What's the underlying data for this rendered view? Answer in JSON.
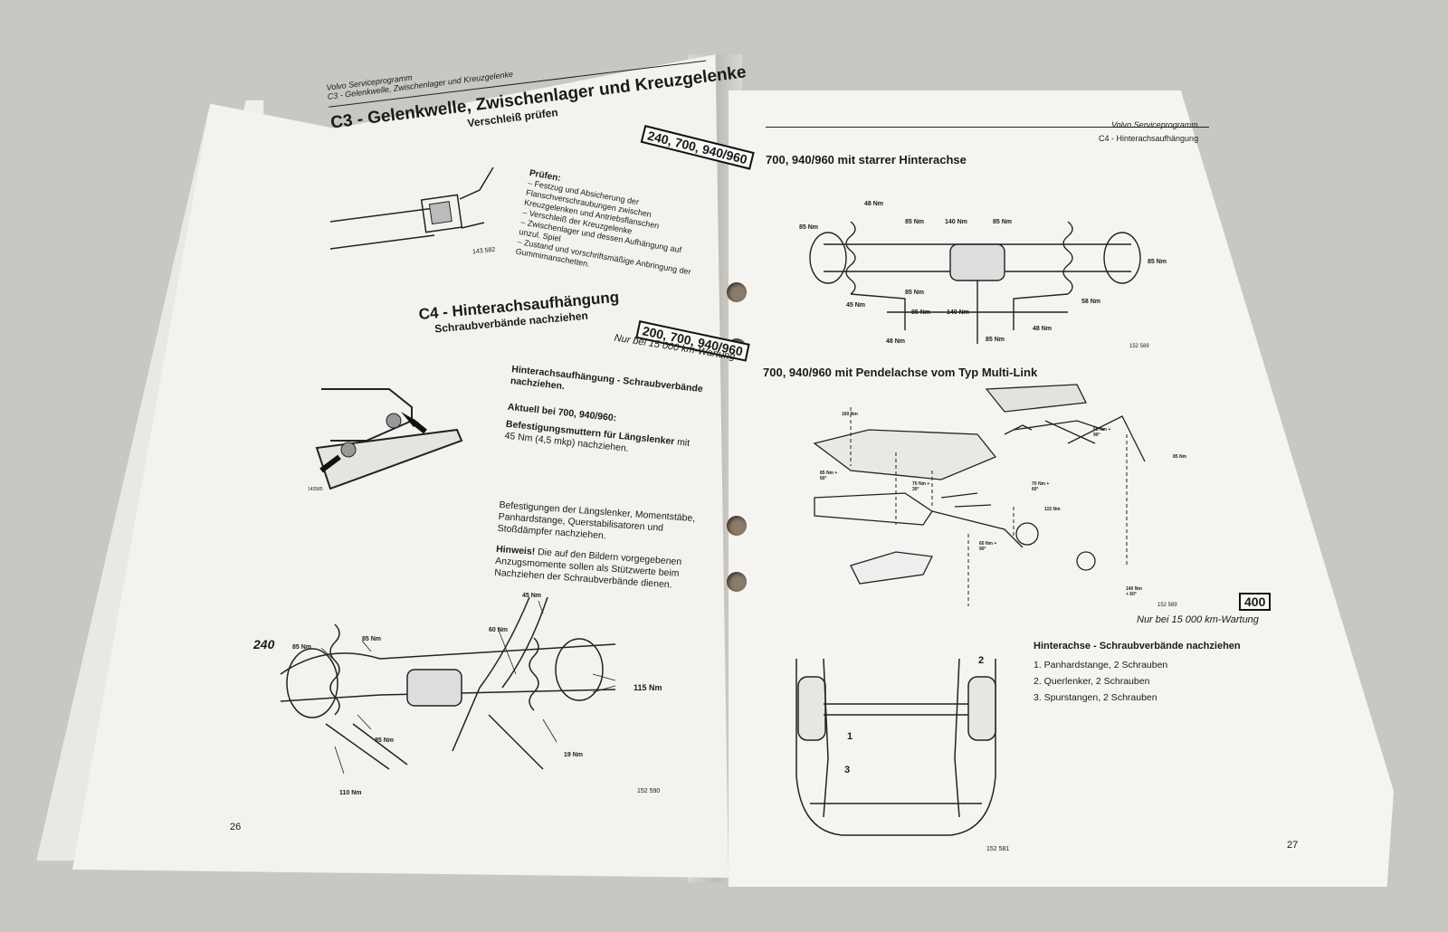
{
  "left_page": {
    "running_header": "Volvo Serviceprogramm",
    "running_subheader": "C3 - Gelenkwelle, Zwischenlager und Kreuzgelenke",
    "c3": {
      "title": "C3 - Gelenkwelle, Zwischenlager und Kreuzgelenke",
      "subtitle": "Verschleiß prüfen",
      "models_box": "240, 700, 940/960",
      "check_heading": "Prüfen:",
      "check_items": [
        "Festzug und Absicherung der Flanschverschraubungen zwischen Kreuzgelenken und Antriebsflanschen",
        "Verschleiß der Kreuzgelenke",
        "Zwischenlager und dessen Aufhängung auf unzul. Spiel",
        "Zustand und vorschriftsmäßige Anbringung der Gummimanschetten."
      ],
      "figure_number": "143 582"
    },
    "c4": {
      "title": "C4 - Hinterachsaufhängung",
      "subtitle": "Schraubverbände nachziehen",
      "models_box": "200, 700, 940/960",
      "interval_note": "Nur bei 15 000 km-Wartung",
      "task_heading": "Hinterachsaufhängung - Schraubverbände nachziehen.",
      "current_heading": "Aktuell bei 700, 940/960:",
      "current_text_bold": "Befestigungsmuttern für Längslenker",
      "current_text_rest": " mit 45 Nm (4,5 mkp) nachziehen.",
      "general_text": "Befestigungen der Längslenker, Momentstäbe, Panhardstange, Querstabilisatoren und Stoßdämpfer nachziehen.",
      "note_label": "Hinweis!",
      "note_text": " Die auf den Bildern vorgegebenen Anzugsmomente sollen als Stützwerte beim Nachziehen der Schraubverbände dienen.",
      "figure_small_id": "143585"
    },
    "diagram_240": {
      "model_label": "240",
      "labels": [
        "45 Nm",
        "85 Nm",
        "85 Nm",
        "60 Nm",
        "115 Nm",
        "85 Nm",
        "19 Nm",
        "110 Nm"
      ],
      "figure_number": "152 590"
    },
    "page_number": "26"
  },
  "right_page": {
    "running_header": "Volvo Serviceprogramm",
    "running_subheader": "C4 - Hinterachsaufhängung",
    "section_rigid": {
      "title": "700, 940/960 mit starrer Hinterachse",
      "labels": [
        "48 Nm",
        "85 Nm",
        "85 Nm",
        "140 Nm",
        "85 Nm",
        "85 Nm",
        "85 Nm",
        "45 Nm",
        "85 Nm",
        "140 Nm",
        "58 Nm",
        "48 Nm",
        "85 Nm",
        "48 Nm"
      ],
      "figure_number": "152 589"
    },
    "section_multilink": {
      "title": "700, 940/960 mit Pendelachse vom Typ Multi-Link",
      "labels": [
        "160 Nm",
        "55 Nm + 90°",
        "85 Nm",
        "85 Nm + 60°",
        "70 Nm + 30°",
        "70 Nm + 60°",
        "115 Nm",
        "60 Nm + 90°",
        "140 Nm + 60°"
      ],
      "figure_number": "152 589",
      "models_box": "400",
      "interval_note": "Nur bei 15 000 km-Wartung"
    },
    "rear_axle": {
      "heading": "Hinterachse - Schraubverbände nachziehen",
      "items": [
        "1. Panhardstange, 2 Schrauben",
        "2. Querlenker, 2 Schrauben",
        "3. Spurstangen, 2 Schrauben"
      ],
      "callouts": [
        "1",
        "2",
        "3"
      ],
      "figure_number": "152 581"
    },
    "page_number": "27"
  }
}
